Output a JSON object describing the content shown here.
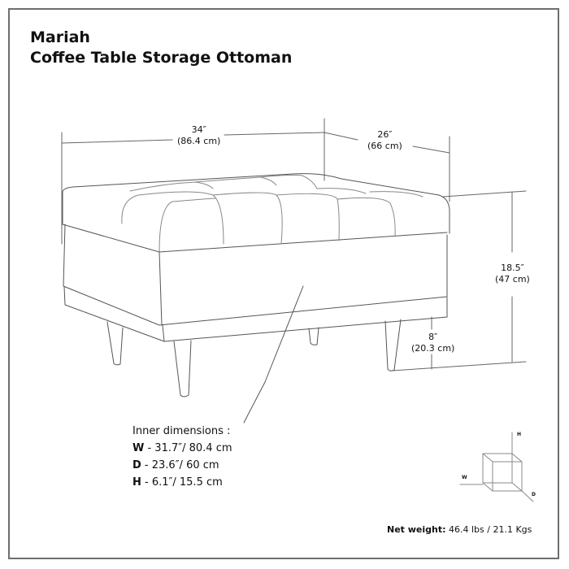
{
  "title": {
    "line1": "Mariah",
    "line2": "Coffee Table Storage Ottoman"
  },
  "dimensions": {
    "width": {
      "imperial": "34″",
      "metric": "(86.4 cm)"
    },
    "depth": {
      "imperial": "26″",
      "metric": "(66 cm)"
    },
    "height": {
      "imperial": "18.5″",
      "metric": "(47 cm)"
    },
    "leg_clearance": {
      "imperial": "8″",
      "metric": "(20.3 cm)"
    }
  },
  "inner_dimensions": {
    "heading": "Inner dimensions :",
    "rows": [
      {
        "axis": "W",
        "value": " - 31.7″/ 80.4 cm"
      },
      {
        "axis": "D",
        "value": " - 23.6″/ 60 cm"
      },
      {
        "axis": "H",
        "value": " - 6.1″/ 15.5 cm"
      }
    ]
  },
  "axis_legend": {
    "h": "H",
    "w": "W",
    "d": "D"
  },
  "net_weight": {
    "label": "Net weight:",
    "value": " 46.4 lbs / 21.1 Kgs"
  },
  "colors": {
    "line": "#555555",
    "frame": "#6e6e6e",
    "text": "#111111"
  }
}
